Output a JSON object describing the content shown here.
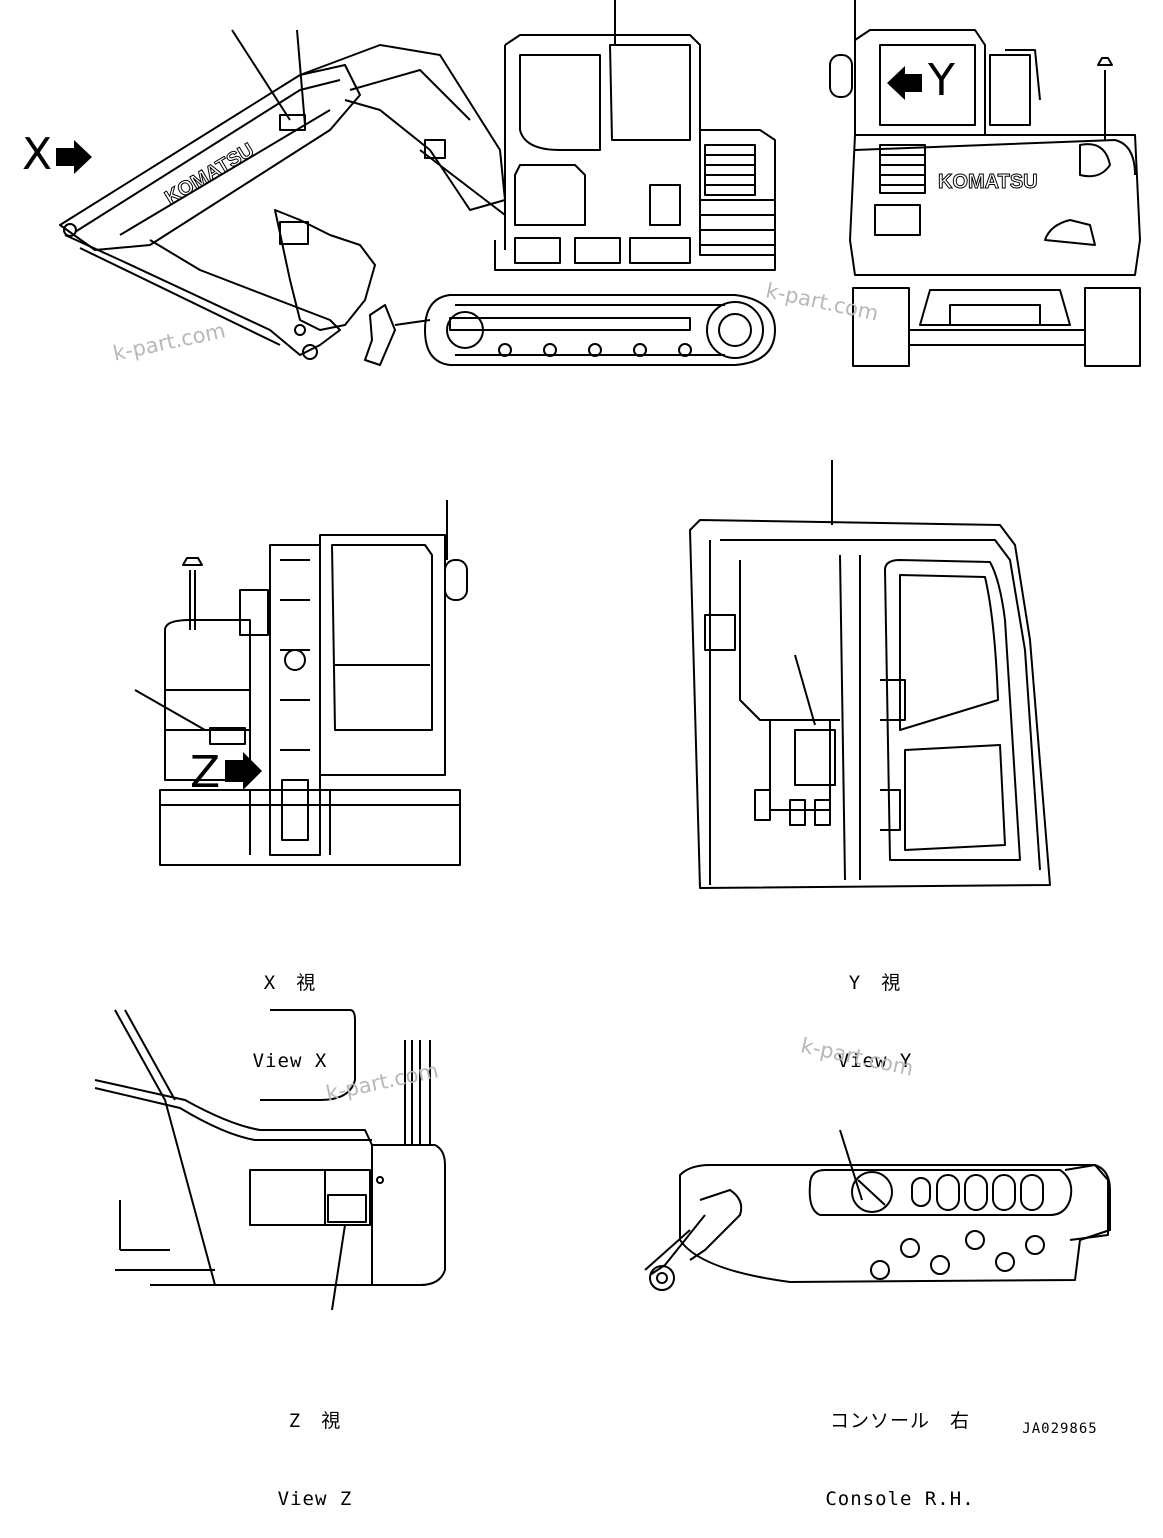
{
  "views": {
    "x": {
      "label_jp": "X　視",
      "label_en": "View X"
    },
    "y": {
      "label_jp": "Y　視",
      "label_en": "View Y"
    },
    "z": {
      "label_jp": "Z　視",
      "label_en": "View Z"
    },
    "console": {
      "label_jp": "コンソール　右",
      "label_en": "Console R.H."
    }
  },
  "markers": {
    "x": "X",
    "y": "Y",
    "z": "Z"
  },
  "brand": "KOMATSU",
  "watermark": "k-part.com",
  "drawing_number": "JA029865",
  "colors": {
    "line": "#000000",
    "watermark": "#b8b8b8"
  }
}
